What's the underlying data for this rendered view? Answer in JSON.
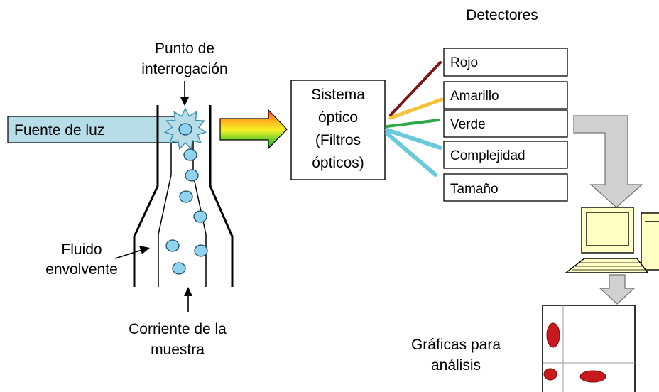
{
  "labels": {
    "detectores": "Detectores",
    "punto_line1": "Punto de",
    "punto_line2": "interrogación",
    "fuente": "Fuente de luz",
    "sistema_line1": "Sistema",
    "sistema_line2": "óptico",
    "sistema_line3": "(Filtros",
    "sistema_line4": "ópticos)",
    "fluido_line1": "Fluido",
    "fluido_line2": "envolvente",
    "corriente_line1": "Corriente de la",
    "corriente_line2": "muestra",
    "graficas_line1": "Gráficas para",
    "graficas_line2": "análisis"
  },
  "detectors": [
    {
      "label": "Rojo",
      "color": "#7b1414"
    },
    {
      "label": "Amarillo",
      "color": "#f7c23a"
    },
    {
      "label": "Verde",
      "color": "#2ea84a"
    },
    {
      "label": "Complejidad",
      "color": "#6cc9dc"
    },
    {
      "label": "Tamaño",
      "color": "#6cc9dc"
    }
  ],
  "colors": {
    "light_source": "#b6dde8",
    "particle": "#8fd3ef",
    "computer": "#ffffc4",
    "flow_arrow": "#d0d0d0",
    "plot_dot": "#c8191e"
  }
}
